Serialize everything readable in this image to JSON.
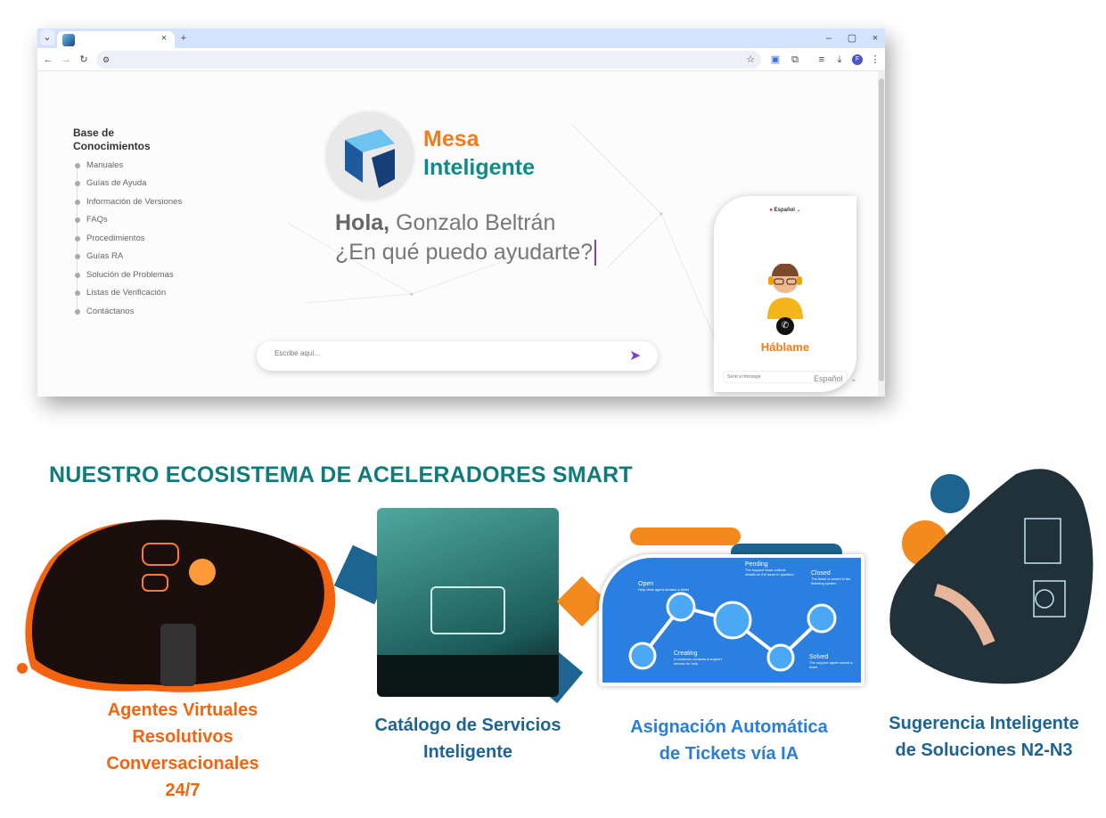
{
  "browser": {
    "tab_close": "×",
    "new_tab": "+",
    "win_min": "–",
    "win_max": "▢",
    "win_close": "×",
    "nav": {
      "back": "←",
      "forward": "→",
      "reload": "↻"
    },
    "profile_initial": "F"
  },
  "page": {
    "sidebar": {
      "title_line1": "Base de",
      "title_line2": "Conocimientos",
      "items": [
        "Manuales",
        "Guías de Ayuda",
        "Información de Versiones",
        "FAQs",
        "Procedimientos",
        "Guías RA",
        "Solución de Problemas",
        "Listas de Verificación",
        "Contáctanos"
      ]
    },
    "brand": {
      "line1": "Mesa",
      "line2": "Inteligente",
      "color1": "#f07c1c",
      "color2": "#0e8a8a"
    },
    "greeting": {
      "hello": "Hola,",
      "name": "Gonzalo Beltrán",
      "question": "¿En qué puedo ayudarte?"
    },
    "input": {
      "placeholder": "Escribe aquí..."
    },
    "chat_widget": {
      "language": "Español",
      "call_label": "Háblame",
      "message_placeholder": "Send a message"
    },
    "language_select": "Español"
  },
  "ecosystem": {
    "title": "NUESTRO ECOSISTEMA DE ACELERADORES SMART",
    "cards": [
      {
        "lines": [
          "Agentes Virtuales",
          "Resolutivos",
          "Conversacionales",
          "24/7"
        ],
        "color": "#f4640f"
      },
      {
        "lines": [
          "Catálogo de Servicios",
          "Inteligente"
        ],
        "color": "#1d6491"
      },
      {
        "lines": [
          "Asignación Automática",
          "de Tickets vía IA"
        ],
        "color": "#2a7fd4"
      },
      {
        "lines": [
          "Sugerencia Inteligente",
          "de Soluciones N2-N3"
        ],
        "color": "#1d6491"
      }
    ],
    "ticket_flow": [
      {
        "title": "Open",
        "desc": "Help desk agent creates a ticket"
      },
      {
        "title": "Pending",
        "desc": "The support team collects details on the issue in question"
      },
      {
        "title": "Closed",
        "desc": "The ticket is stored in the ticketing system"
      },
      {
        "title": "Creating",
        "desc": "A customer contacts a support service for help"
      },
      {
        "title": "Solved",
        "desc": "The support agent solved a ticket"
      }
    ]
  }
}
